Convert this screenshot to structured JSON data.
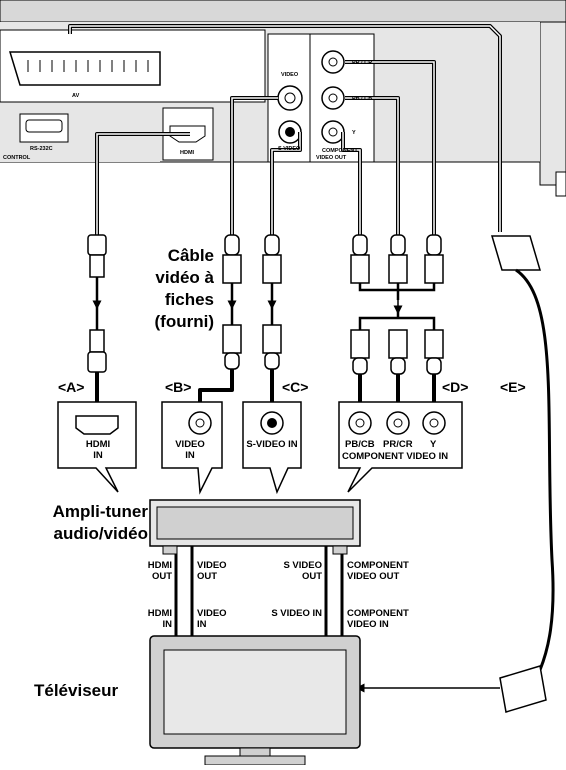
{
  "player": {
    "av_label": "AV",
    "rs232c_label": "RS-232C",
    "control_label": "CONTROL",
    "hdmi_label": "HDMI",
    "video_label": "VIDEO",
    "svideo_label": "S VIDEO",
    "pb_label": "PB / CB",
    "pr_label": "PR / CR",
    "y_label": "Y",
    "component_label": "COMPONENT",
    "video_out_label": "VIDEO OUT"
  },
  "cable_callout": "Câble vidéo à fiches (fourni)",
  "tags": {
    "a": "<A>",
    "b": "<B>",
    "c": "<C>",
    "d": "<D>",
    "e": "<E>"
  },
  "amp_inputs": {
    "hdmi_in": "HDMI IN",
    "video_in": "VIDEO IN",
    "svideo_in": "S-VIDEO IN",
    "pb": "PB/CB",
    "pr": "PR/CR",
    "y": "Y",
    "component_video_in": "COMPONENT VIDEO IN"
  },
  "amp_label": "Ampli-tuner audio/vidéo",
  "amp_outputs": {
    "hdmi_out": "HDMI OUT",
    "video_out": "VIDEO OUT",
    "svideo_out": "S VIDEO OUT",
    "component_video_out": "COMPONENT VIDEO OUT"
  },
  "tv_inputs": {
    "hdmi_in": "HDMI IN",
    "video_in": "VIDEO IN",
    "svideo_in": "S VIDEO IN",
    "component_video_in": "COMPONENT VIDEO IN"
  },
  "tv_label": "Téléviseur",
  "colors": {
    "line": "#000000",
    "panel": "#e6e6e6",
    "tv_body": "#d0d0d0",
    "tv_screen": "#e8e8e8",
    "jack": "#f2f2f2"
  }
}
